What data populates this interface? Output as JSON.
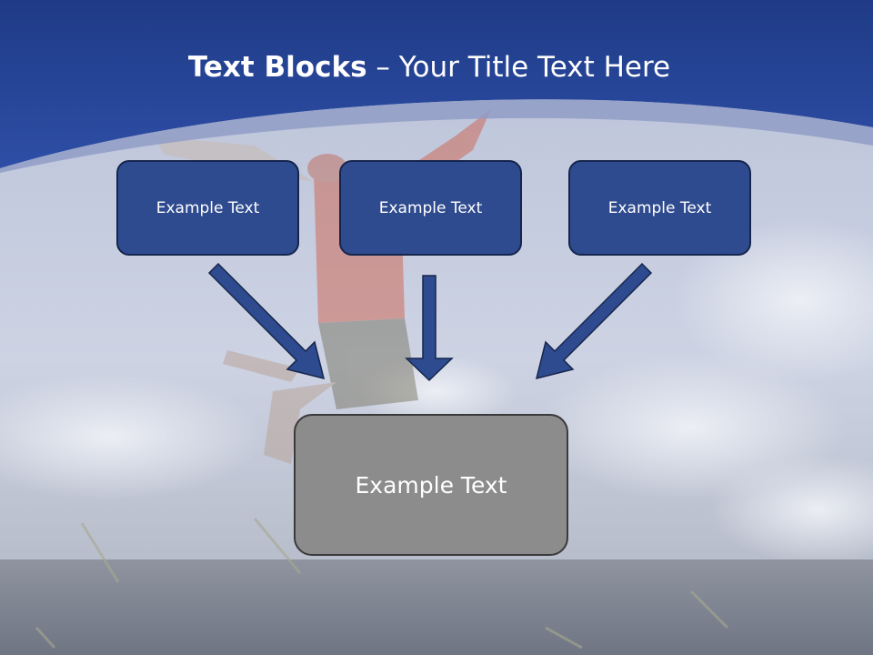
{
  "slide": {
    "title_bold": "Text Blocks",
    "title_separator": " – ",
    "title_rest": "Your Title Text Here",
    "blocks": [
      {
        "label": "Example Text"
      },
      {
        "label": "Example Text"
      },
      {
        "label": "Example Text"
      }
    ],
    "main_block": {
      "label": "Example Text"
    }
  },
  "colors": {
    "header_blue": "#2f4b8f",
    "block_fill": "#2f4b8f",
    "block_border": "#15254c",
    "arrow": "#2f4b8f",
    "main_block_fill": "#8c8c8c"
  },
  "icons": [
    "arrow-down-right-icon",
    "arrow-down-icon",
    "arrow-down-left-icon"
  ]
}
